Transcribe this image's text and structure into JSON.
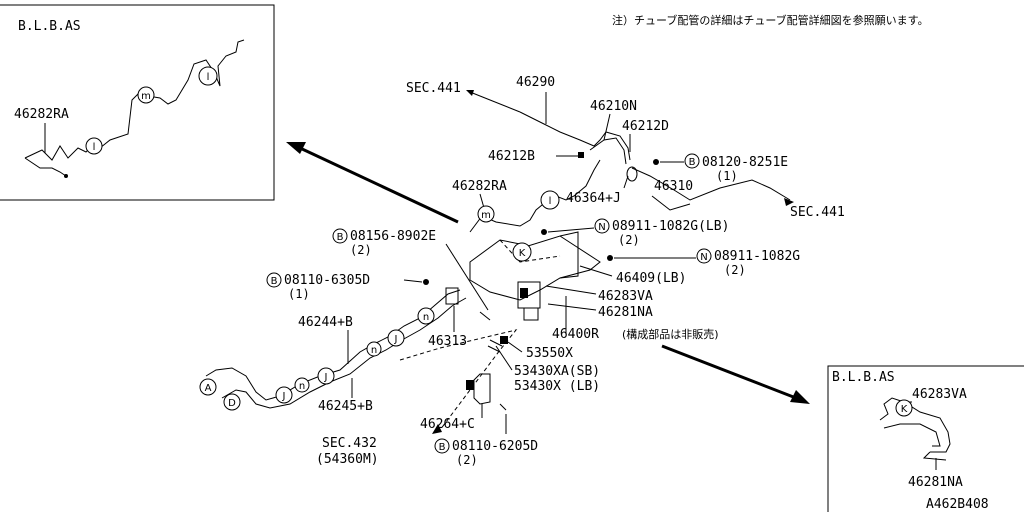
{
  "note": "注）チューブ配管の詳細はチューブ配管詳細図を参照願います。",
  "figure_code": "A462B408",
  "inset_left": {
    "title": "B.L.B.AS",
    "part": "46282RA",
    "markers": [
      "l",
      "m",
      "l"
    ]
  },
  "inset_right": {
    "title": "B.L.B.AS",
    "parts": [
      "46283VA",
      "46281NA"
    ],
    "marker": "K"
  },
  "main_labels": {
    "sec441_top": "SEC.441",
    "p46290": "46290",
    "p46210N": "46210N",
    "p46212D": "46212D",
    "p46212B": "46212B",
    "p08120": "08120-8251E",
    "p08120_qty": "(1)",
    "p46310": "46310",
    "p46364J": "46364+J",
    "sec441_right": "SEC.441",
    "p46282RA": "46282RA",
    "p08911LB": "08911-1082G(LB)",
    "p08911LB_qty": "(2)",
    "p08156": "08156-8902E",
    "p08156_qty": "(2)",
    "p08911": "08911-1082G",
    "p08911_qty": "(2)",
    "p46409LB": "46409(LB)",
    "p08110_6305D": "08110-6305D",
    "p08110_6305D_qty": "(1)",
    "p46283VA": "46283VA",
    "p46281NA": "46281NA",
    "p46244B": "46244+B",
    "p46313": "46313",
    "p46400R": "46400R",
    "p46400R_note": "(構成部品は非販売)",
    "p53550X": "53550X",
    "p53430XA": "53430XA(SB)",
    "p53430X": "53430X (LB)",
    "p46245B": "46245+B",
    "p46264C": "46264+C",
    "sec432": "SEC.432",
    "sec432_sub": "(54360M)",
    "p08110_6205D": "08110-6205D",
    "p08110_6205D_qty": "(2)"
  },
  "symbols": {
    "bolt": "B",
    "nut": "N"
  },
  "markers": {
    "m": "m",
    "l": "l",
    "k": "K",
    "n": "n",
    "j": "J",
    "a": "A",
    "d": "D"
  }
}
